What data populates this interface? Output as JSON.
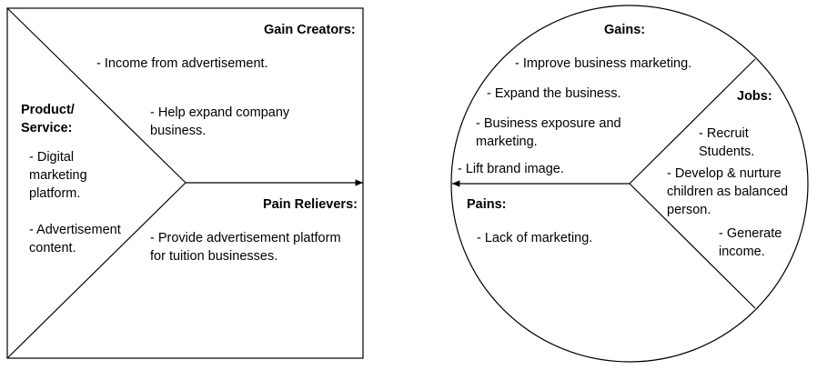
{
  "value_map": {
    "heading": "Gain Creators:",
    "items": [
      "- Income from advertisement.",
      "- Help expand company business."
    ],
    "product_heading": "Product/ Service:",
    "product_items": [
      "- Digital marketing platform.",
      "- Advertisement content."
    ],
    "pain_relievers_heading": "Pain Relievers:",
    "pain_relievers_items": [
      "- Provide advertisement platform for tuition businesses."
    ]
  },
  "customer_profile": {
    "gains_heading": "Gains:",
    "gains_items": [
      "- Improve business marketing.",
      "- Expand the business.",
      "- Business exposure and marketing.",
      "- Lift brand image."
    ],
    "jobs_heading": "Jobs:",
    "jobs_items": [
      "- Recruit Students.",
      "- Develop & nurture children as balanced person.",
      "- Generate income."
    ],
    "pains_heading": "Pains:",
    "pains_items": [
      "- Lack of marketing."
    ]
  }
}
